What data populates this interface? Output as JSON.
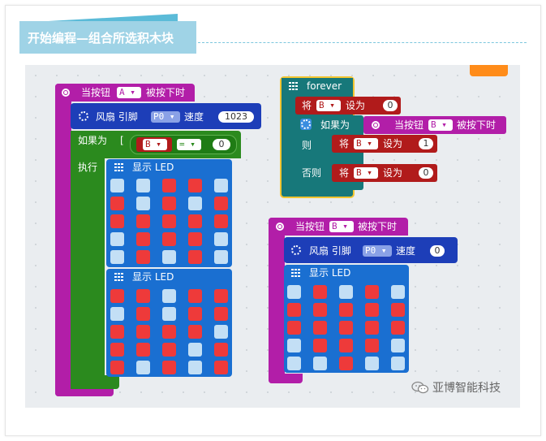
{
  "header": {
    "title": "开始编程—组合所选积木块"
  },
  "colors": {
    "event": "#b21ea8",
    "fan": "#1d3eb8",
    "logic": "#2b8a1e",
    "basic": "#1a6fd1",
    "variable": "#b11b1b",
    "loop": "#17787a",
    "forever_border": "#f2c530",
    "led_on": "#ee3a3a",
    "led_off": "#c3dff5",
    "accent": "#ff8c1a"
  },
  "block_a": {
    "event_label": "当按钮",
    "button_value": "A",
    "event_suffix": "被按下时",
    "fan_label": "风扇 引脚",
    "pin_value": "P0",
    "speed_label": "速度",
    "speed_value": "1023",
    "if_label": "如果为",
    "var_value": "B",
    "op_value": "=",
    "compare_value": "0",
    "then_label": "执行",
    "show_led_1": "显示 LED",
    "led_1": [
      [
        0,
        0,
        1,
        1,
        0
      ],
      [
        1,
        0,
        1,
        0,
        1
      ],
      [
        1,
        1,
        1,
        1,
        1
      ],
      [
        0,
        1,
        1,
        1,
        0
      ],
      [
        0,
        1,
        0,
        1,
        0
      ]
    ],
    "show_led_2": "显示 LED",
    "led_2": [
      [
        1,
        1,
        0,
        1,
        1
      ],
      [
        0,
        1,
        0,
        1,
        1
      ],
      [
        1,
        1,
        1,
        1,
        0
      ],
      [
        1,
        1,
        1,
        0,
        1
      ],
      [
        1,
        0,
        1,
        0,
        1
      ]
    ]
  },
  "block_forever": {
    "title": "forever",
    "set_label": "将",
    "var_value": "B",
    "set_to_label": "设为",
    "set_value": "0",
    "if_label": "如果为",
    "event_label": "当按钮",
    "event_button": "B",
    "event_suffix": "被按下时",
    "then_label": "则",
    "then_set_label": "将",
    "then_var": "B",
    "then_to": "设为",
    "then_value": "1",
    "else_label": "否则",
    "else_set_label": "将",
    "else_var": "B",
    "else_to": "设为",
    "else_value": "0"
  },
  "block_b": {
    "event_label": "当按钮",
    "button_value": "B",
    "event_suffix": "被按下时",
    "fan_label": "风扇 引脚",
    "pin_value": "P0",
    "speed_label": "速度",
    "speed_value": "0",
    "show_led": "显示 LED",
    "led": [
      [
        0,
        1,
        0,
        1,
        0
      ],
      [
        1,
        1,
        1,
        1,
        1
      ],
      [
        1,
        1,
        1,
        1,
        1
      ],
      [
        0,
        1,
        1,
        1,
        0
      ],
      [
        0,
        0,
        1,
        0,
        0
      ]
    ]
  },
  "watermark": {
    "text": "亚博智能科技",
    "icon": "wechat-icon"
  }
}
